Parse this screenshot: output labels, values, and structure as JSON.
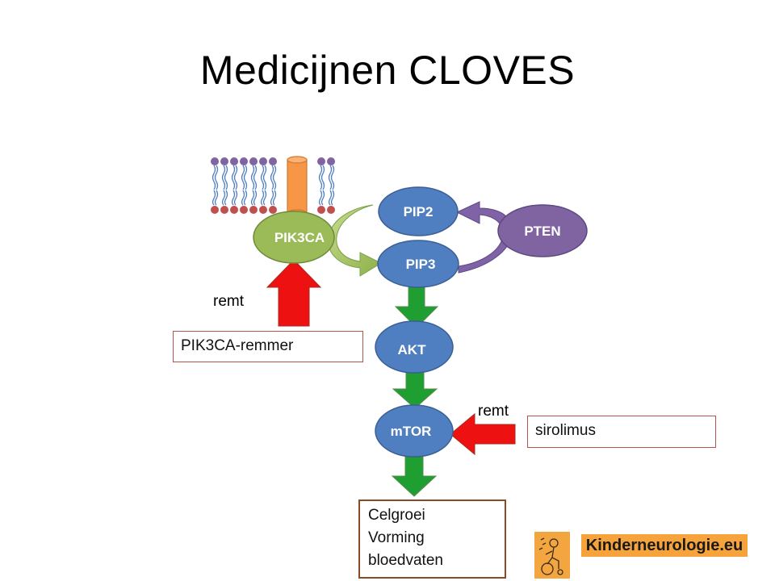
{
  "title": "Medicijnen CLOVES",
  "nodes": {
    "pip2": "PIP2",
    "pip3": "PIP3",
    "pten": "PTEN",
    "pik3ca": "PIK3CA",
    "akt": "AKT",
    "mtor": "mTOR"
  },
  "labels": {
    "remt_left": "remt",
    "remt_right": "remt"
  },
  "boxes": {
    "pik3ca_inhibitor": "PIK3CA-remmer",
    "sirolimus": "sirolimus",
    "outcome": [
      "Celgroei",
      "Vorming",
      "bloedvaten"
    ]
  },
  "logo": {
    "text": "Kinderneurologie.eu",
    "icon": "child-wheelchair-drawing-icon"
  },
  "colors": {
    "node_blue": "#4f7fc0",
    "pik3ca_green": "#9bbb59",
    "pten_purple": "#8064a2",
    "arrow_green": "#1f9e32",
    "arrow_red": "#ee1111",
    "receptor_orange": "#f79646",
    "lipid_head_purple": "#8064a2",
    "lipid_head_red": "#c0504d",
    "logo_orange": "#f6a33b"
  }
}
